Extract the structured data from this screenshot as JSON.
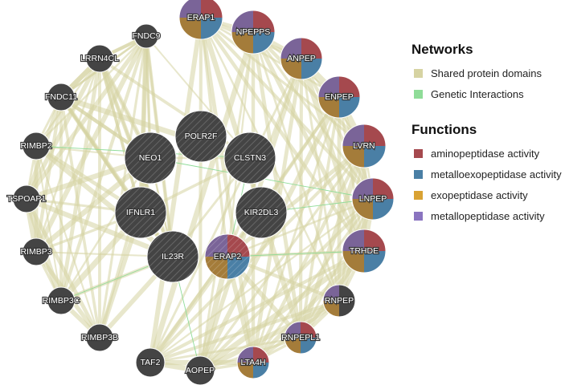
{
  "legend": {
    "networks_title": "Networks",
    "networks": [
      {
        "label": "Shared protein domains",
        "color": "#d6d3a2"
      },
      {
        "label": "Genetic Interactions",
        "color": "#8fdc98"
      }
    ],
    "functions_title": "Functions",
    "functions": [
      {
        "label": "aminopeptidase activity",
        "color": "#a5494e"
      },
      {
        "label": "metalloexopeptidase activity",
        "color": "#4a7fa5"
      },
      {
        "label": "exopeptidase activity",
        "color": "#b0832e"
      },
      {
        "label": "metallopeptidase activity",
        "color": "#7a6498"
      }
    ]
  },
  "node_color": "#444444",
  "nodes": [
    {
      "id": "ERAP1",
      "functions": [
        true,
        true,
        true,
        true
      ],
      "query": false
    },
    {
      "id": "NPEPPS",
      "functions": [
        true,
        true,
        true,
        true
      ],
      "query": false
    },
    {
      "id": "ANPEP",
      "functions": [
        true,
        true,
        true,
        true
      ],
      "query": false
    },
    {
      "id": "ENPEP",
      "functions": [
        true,
        true,
        true,
        true
      ],
      "query": false
    },
    {
      "id": "LVRN",
      "functions": [
        true,
        true,
        true,
        true
      ],
      "query": false
    },
    {
      "id": "LNPEP",
      "functions": [
        true,
        true,
        true,
        true
      ],
      "query": false
    },
    {
      "id": "TRHDE",
      "functions": [
        true,
        true,
        true,
        true
      ],
      "query": false
    },
    {
      "id": "RNPEP",
      "functions": [
        false,
        false,
        true,
        true
      ],
      "query": false
    },
    {
      "id": "RNPEPL1",
      "functions": [
        true,
        true,
        true,
        true
      ],
      "query": false
    },
    {
      "id": "LTA4H",
      "functions": [
        true,
        true,
        true,
        true
      ],
      "query": false
    },
    {
      "id": "AOPEP",
      "functions": [
        false,
        false,
        false,
        false
      ],
      "query": false
    },
    {
      "id": "TAF2",
      "functions": [
        false,
        false,
        false,
        false
      ],
      "query": false
    },
    {
      "id": "RIMBP3B",
      "functions": [
        false,
        false,
        false,
        false
      ],
      "query": false
    },
    {
      "id": "RIMBP3C",
      "functions": [
        false,
        false,
        false,
        false
      ],
      "query": false
    },
    {
      "id": "RIMBP3",
      "functions": [
        false,
        false,
        false,
        false
      ],
      "query": false
    },
    {
      "id": "TSPOAP1",
      "functions": [
        false,
        false,
        false,
        false
      ],
      "query": false
    },
    {
      "id": "RIMBP2",
      "functions": [
        false,
        false,
        false,
        false
      ],
      "query": false
    },
    {
      "id": "FNDC11",
      "functions": [
        false,
        false,
        false,
        false
      ],
      "query": false
    },
    {
      "id": "LRRN4CL",
      "functions": [
        false,
        false,
        false,
        false
      ],
      "query": false
    },
    {
      "id": "FNDC9",
      "functions": [
        false,
        false,
        false,
        false
      ],
      "query": false
    },
    {
      "id": "POLR2F",
      "functions": [
        false,
        false,
        false,
        false
      ],
      "query": true
    },
    {
      "id": "NEO1",
      "functions": [
        false,
        false,
        false,
        false
      ],
      "query": true
    },
    {
      "id": "CLSTN3",
      "functions": [
        false,
        false,
        false,
        false
      ],
      "query": true
    },
    {
      "id": "IFNLR1",
      "functions": [
        false,
        false,
        false,
        false
      ],
      "query": true
    },
    {
      "id": "KIR2DL3",
      "functions": [
        false,
        false,
        false,
        false
      ],
      "query": true
    },
    {
      "id": "IL23R",
      "functions": [
        false,
        false,
        false,
        false
      ],
      "query": true
    },
    {
      "id": "ERAP2",
      "functions": [
        true,
        true,
        true,
        true
      ],
      "query": true
    }
  ],
  "shared_domain_groups": [
    [
      "ERAP1",
      "NPEPPS",
      "ANPEP",
      "ENPEP",
      "LVRN",
      "LNPEP",
      "TRHDE",
      "RNPEP",
      "RNPEPL1",
      "LTA4H",
      "AOPEP",
      "ERAP2",
      "TAF2"
    ],
    [
      "RIMBP3B",
      "RIMBP3C",
      "RIMBP3",
      "TSPOAP1",
      "RIMBP2",
      "FNDC11",
      "LRRN4CL",
      "FNDC9",
      "NEO1",
      "IFNLR1",
      "IL23R"
    ],
    [
      "FNDC9",
      "FNDC11",
      "LRRN4CL",
      "NEO1",
      "IL23R",
      "IFNLR1",
      "CLSTN3"
    ]
  ],
  "genetic_interactions": [
    [
      "RIMBP2",
      "CLSTN3"
    ],
    [
      "NEO1",
      "LNPEP"
    ],
    [
      "KIR2DL3",
      "LNPEP"
    ],
    [
      "IL23R",
      "AOPEP"
    ],
    [
      "ERAP2",
      "TRHDE"
    ],
    [
      "CLSTN3",
      "ERAP2"
    ],
    [
      "RIMBP3C",
      "IL23R"
    ]
  ]
}
